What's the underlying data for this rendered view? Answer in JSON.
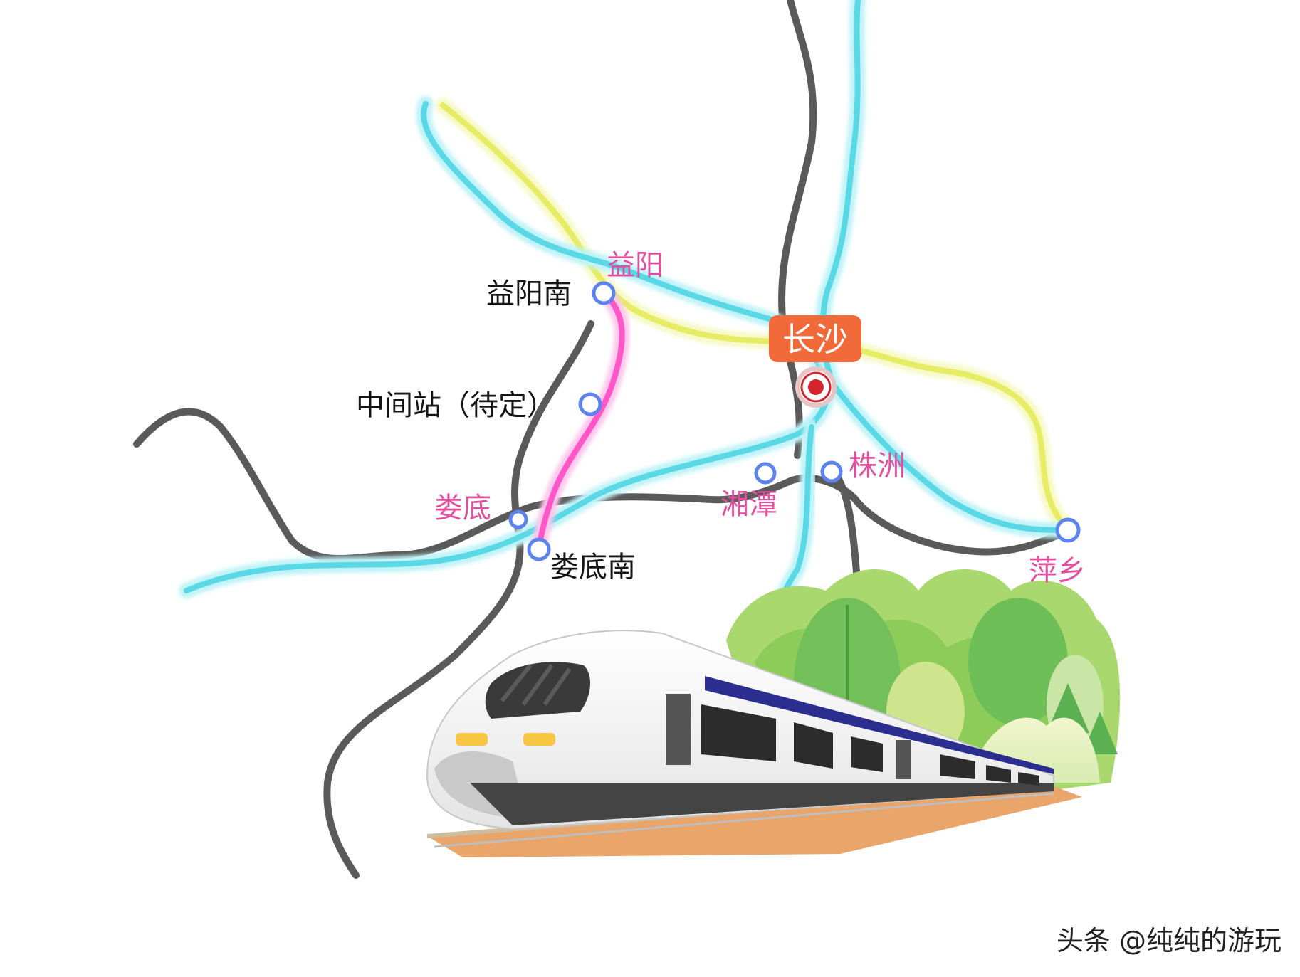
{
  "map": {
    "colors": {
      "background": "#ffffff",
      "gray_line": "#5a5a5a",
      "cyan_line": "#5ad8e6",
      "cyan_glow": "#bff3f8",
      "yellow_line": "#e6ec64",
      "yellow_glow": "#f6f9c4",
      "magenta_line": "#ff57c8",
      "magenta_glow": "#ffc6ec",
      "station_fill": "#ffffff",
      "station_ring": "#5d83ee",
      "pink_label": "#e24f9f",
      "black_label": "#151515",
      "capital_badge": "#f26a3a",
      "capital_mark": "#d4242e"
    },
    "capital": {
      "label": "长沙",
      "icon": "capital-star-icon"
    },
    "stations": {
      "yiyang": "益阳",
      "yiyangnan": "益阳南",
      "zhongjian": "中间站（待定）",
      "loudi": "娄底",
      "loudinan": "娄底南",
      "xiangtan": "湘潭",
      "zhuzhou": "株洲",
      "pingxiang": "萍乡"
    },
    "watermark": "头条 @纯纯的游玩",
    "illustration": {
      "train_icon": "high-speed-train-icon",
      "trees_icon": "forest-icon"
    }
  }
}
